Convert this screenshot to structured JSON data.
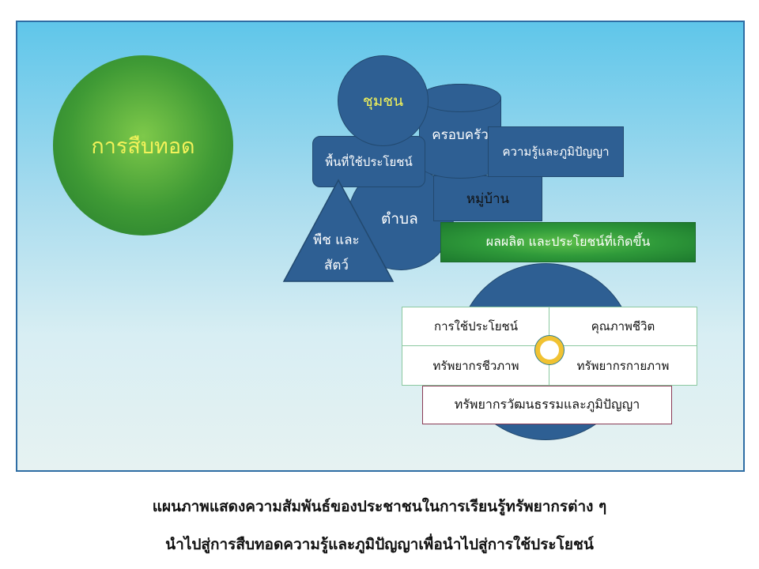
{
  "diagram": {
    "inheritance": "การสืบทอด",
    "community": "ชุมชน",
    "family": "ครอบครัว",
    "usage_area": "พื้นที่ใช้ประโยชน์",
    "knowledge": "ความรู้และภูมิปัญญา",
    "village": "หมู่บ้าน",
    "subdistrict": "ตำบล",
    "plants_animals": "พืช และ",
    "plants_animals_2": "สัตว์",
    "products": "ผลผลิต และประโยชน์ที่เกิดขึ้น",
    "grid": {
      "use": "การใช้ประโยชน์",
      "quality": "คุณภาพชีวิต",
      "bio": "ทรัพยากรชีวภาพ",
      "physical": "ทรัพยากรกายภาพ",
      "culture": "ทรัพยากรวัฒนธรรมและภูมิปัญญา"
    }
  },
  "caption": {
    "line1": "แผนภาพแสดงความสัมพันธ์ของประชาชนในการเรียนรู้ทรัพยากรต่าง ๆ",
    "line2": "นำไปสู่การสืบทอดความรู้และภูมิปัญญาเพื่อนำไปสู่การใช้ประโยชน์"
  }
}
